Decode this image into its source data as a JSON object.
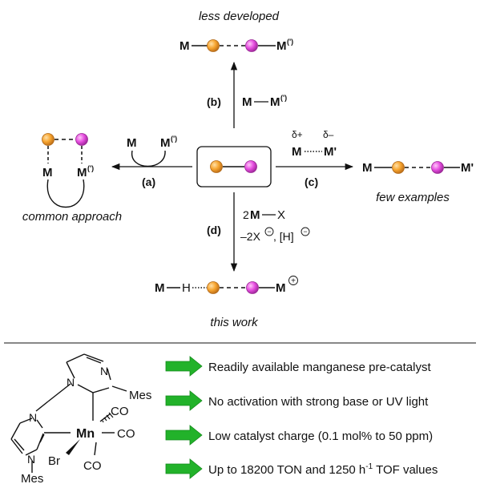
{
  "labels": {
    "less_developed": "less developed",
    "common_approach": "common approach",
    "few_examples": "few examples",
    "this_work": "this work"
  },
  "atoms": {
    "M": "M",
    "M_prime_paren": "M",
    "prime_paren": "(')",
    "M_prime": "M'",
    "H": "H",
    "X": "X",
    "Mn": "Mn",
    "Br": "Br",
    "CO": "CO",
    "N": "N",
    "Mes": "Mes"
  },
  "steps": {
    "a": "(a)",
    "b": "(b)",
    "c": "(c)",
    "d": "(d)"
  },
  "reagents": {
    "delta_plus": "δ+",
    "delta_minus": "δ–",
    "d_line1_coef": "2",
    "d_line2": "–2X",
    "d_line2_tail": ", [H]",
    "minus_sign": "−",
    "plus_sign": "+"
  },
  "features": [
    {
      "text": "Readily available manganese pre-catalyst"
    },
    {
      "text": "No activation with strong base or UV light"
    },
    {
      "text": "Low catalyst charge (0.1 mol% to 50 ppm)"
    },
    {
      "text": "Up to 18200 TON and 1250 h-1 TOF values",
      "pre": "Up to 18200 TON and 1250 h",
      "sup": "-1",
      "post": " TOF values"
    }
  ],
  "colors": {
    "orange_atom": "#F7A530",
    "magenta_atom": "#E64FE0",
    "arrow_green": "#22B22A",
    "mn_color": "#7B1060",
    "n_color": "#1A3FA0"
  }
}
